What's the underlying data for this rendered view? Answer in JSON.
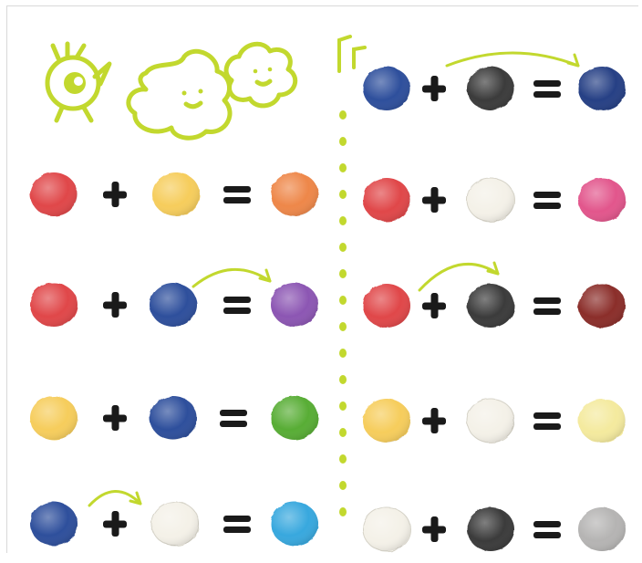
{
  "palette": {
    "red": "#e0464a",
    "yellow": "#f6cd5c",
    "blue": "#2e4f9c",
    "black": "#3a3a3a",
    "white": "#f4f1e8",
    "orange": "#ee8748",
    "purple": "#8c56b3",
    "green": "#58ad35",
    "lightblue": "#39a8de",
    "pink": "#e2568c",
    "brown": "#8b2f2c",
    "paleyellow": "#f4ea9e",
    "gray": "#b5b4b3",
    "navy": "#253f85",
    "accent": "#c2d82e",
    "symbol": "#1a1a1a"
  },
  "decorations": [
    "chick-icon",
    "blob-creatures-icon"
  ],
  "left_column": [
    {
      "a": "red",
      "b": "yellow",
      "result": "orange",
      "arrow": false
    },
    {
      "a": "red",
      "b": "blue",
      "result": "purple",
      "arrow": true
    },
    {
      "a": "yellow",
      "b": "blue",
      "result": "green",
      "arrow": false
    },
    {
      "a": "blue",
      "b": "white",
      "result": "lightblue",
      "arrow": true
    }
  ],
  "right_column": [
    {
      "a": "blue",
      "b": "black",
      "result": "navy",
      "arrow": true
    },
    {
      "a": "red",
      "b": "white",
      "result": "pink",
      "arrow": false
    },
    {
      "a": "red",
      "b": "black",
      "result": "brown",
      "arrow": true
    },
    {
      "a": "yellow",
      "b": "white",
      "result": "paleyellow",
      "arrow": false
    },
    {
      "a": "white",
      "b": "black",
      "result": "gray",
      "arrow": false
    }
  ]
}
